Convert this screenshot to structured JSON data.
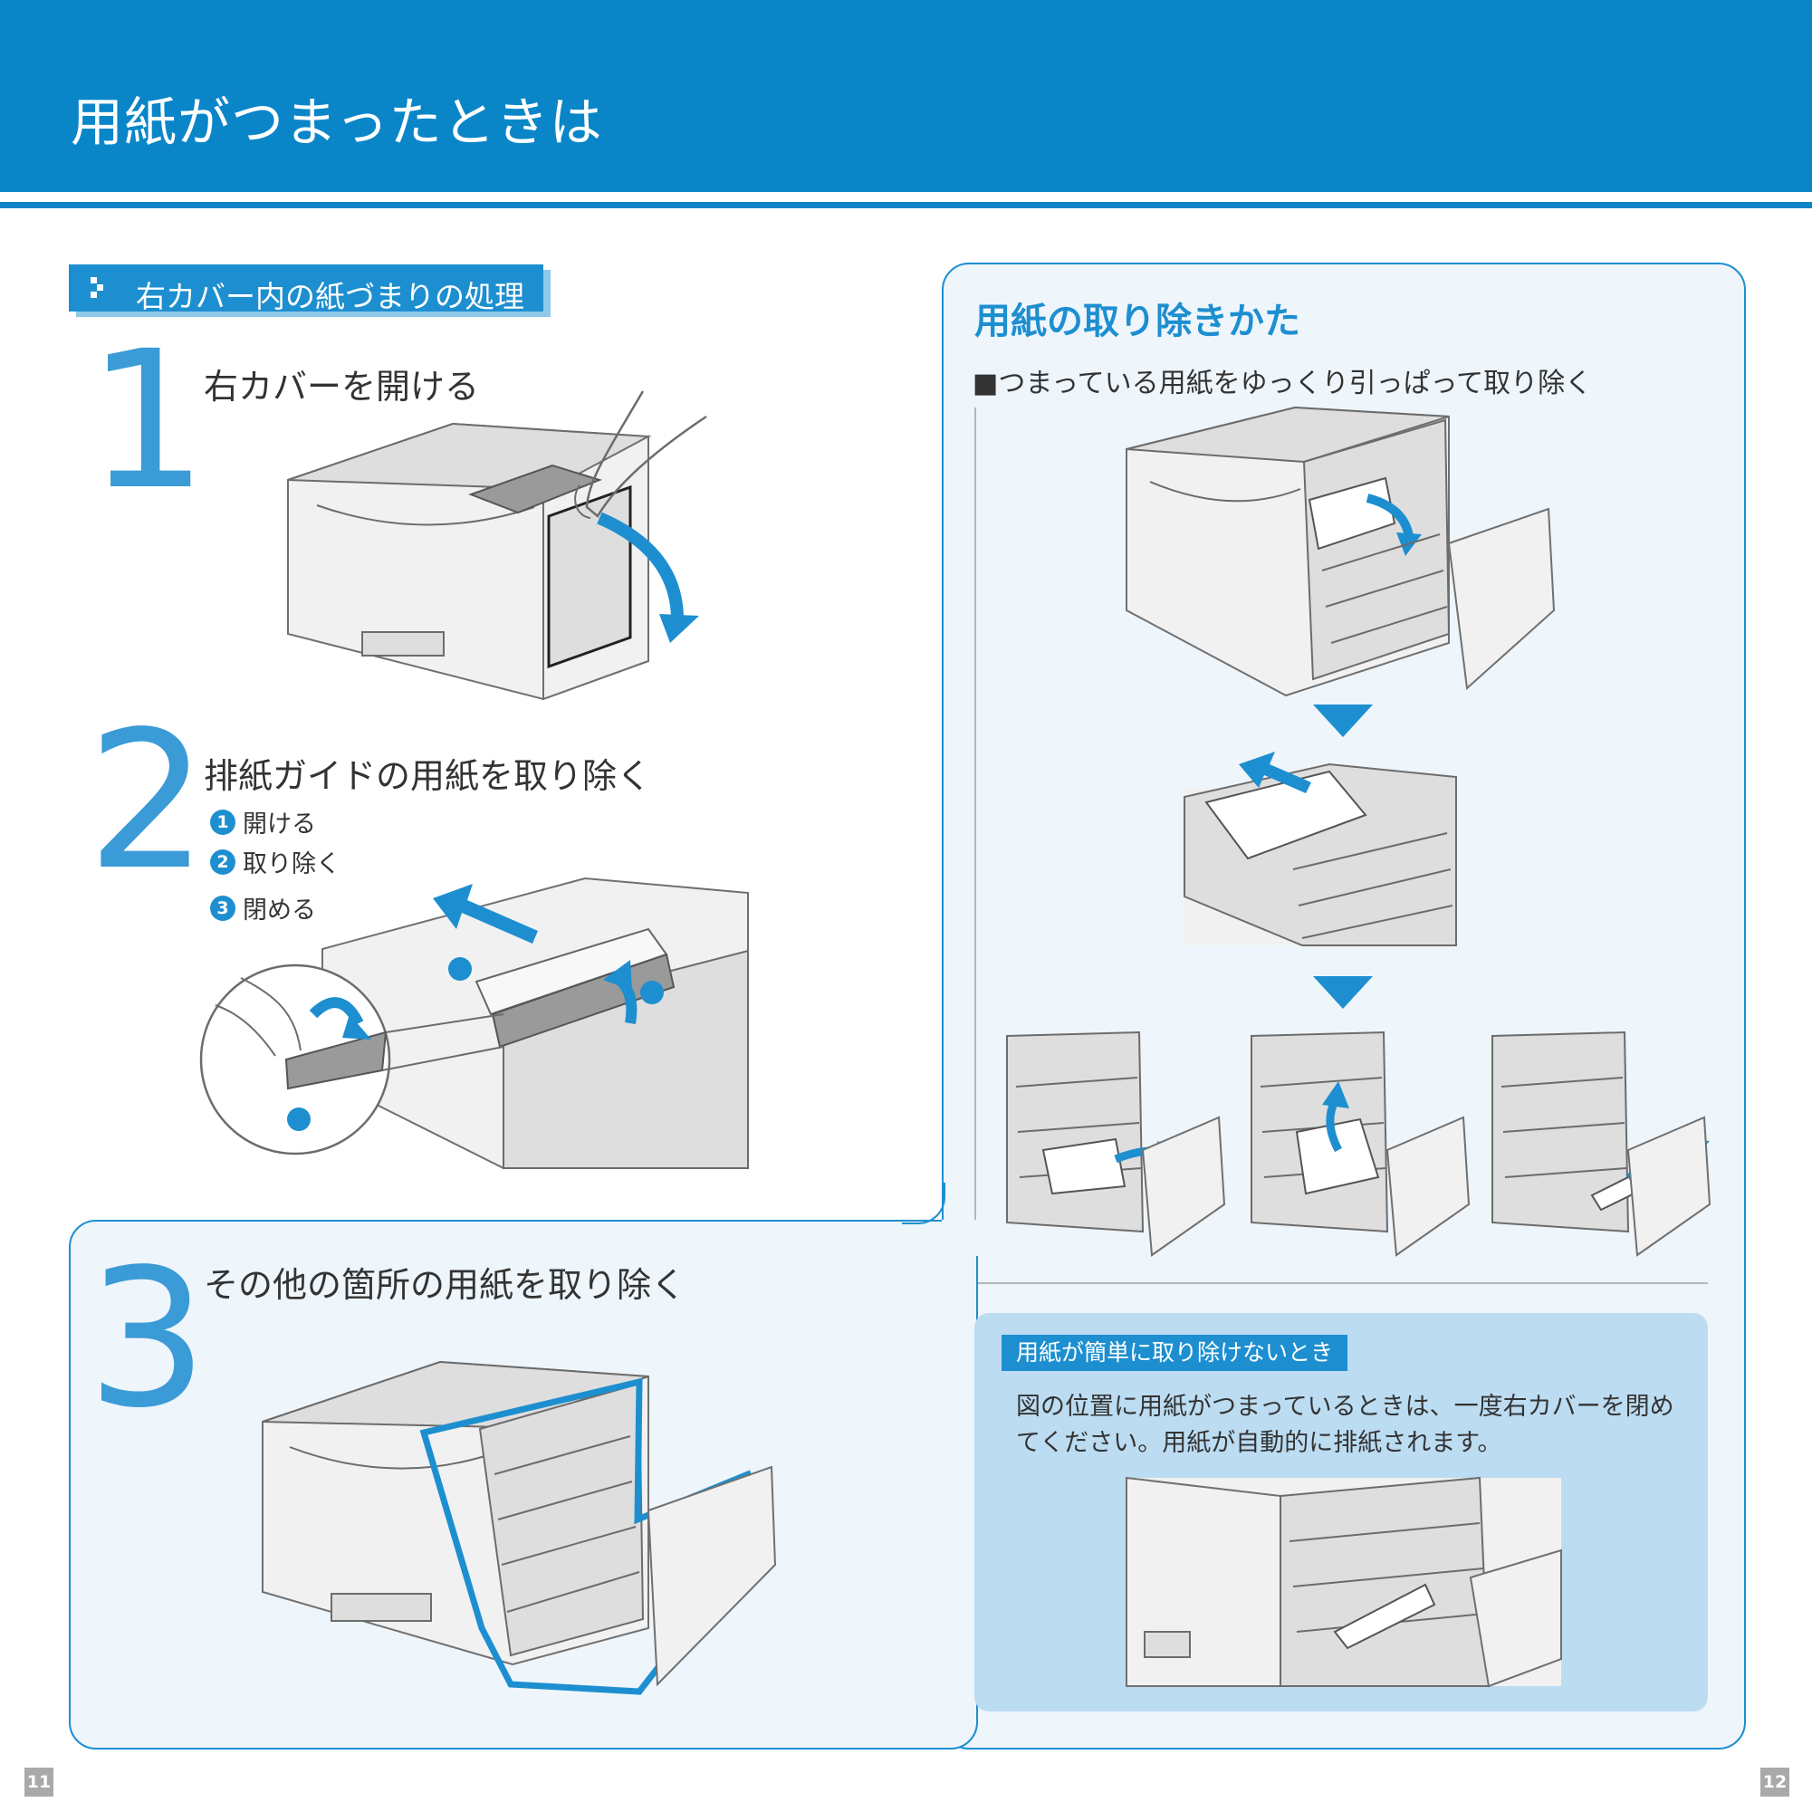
{
  "header": {
    "title": "用紙がつまったときは"
  },
  "section": {
    "label": "右カバー内の紙づまりの処理"
  },
  "steps": [
    {
      "number": "1",
      "title": "右カバーを開ける"
    },
    {
      "number": "2",
      "title": "排紙ガイドの用紙を取り除く",
      "substeps": [
        {
          "marker": "1",
          "label": "開ける"
        },
        {
          "marker": "2",
          "label": "取り除く"
        },
        {
          "marker": "3",
          "label": "閉める"
        }
      ]
    },
    {
      "number": "3",
      "title": "その他の箇所の用紙を取り除く"
    }
  ],
  "removal_panel": {
    "title": "用紙の取り除きかた",
    "subtitle": "■つまっている用紙をゆっくり引っぱって取り除く"
  },
  "hint": {
    "label": "用紙が簡単に取り除けないとき",
    "text": "図の位置に用紙がつまっているときは、一度右カバーを閉めてください。用紙が自動的に排紙されます。"
  },
  "pages": {
    "left": "11",
    "right": "12"
  },
  "colors": {
    "accent": "#1d8fd0",
    "header": "#0a86c8",
    "panel_bg": "#eef5fb",
    "hint_bg": "#bcdcf2"
  }
}
